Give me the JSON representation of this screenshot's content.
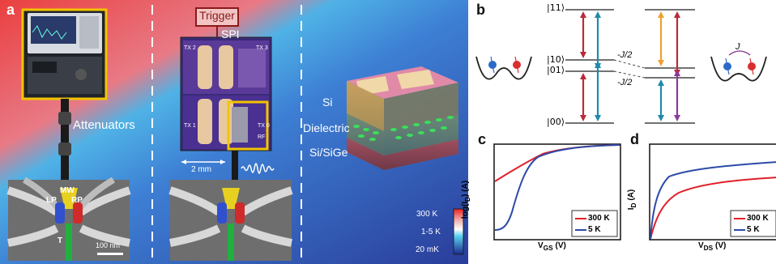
{
  "panel_a": {
    "letter": "a",
    "trigger": "Trigger",
    "spi": "SPI",
    "attenuators": "Attenuators",
    "chip_labels": [
      "TX 2",
      "TX 3",
      "TX 1",
      "TX 0",
      "RF"
    ],
    "scale_2mm": "2 mm",
    "layer_si": "Si",
    "layer_dielectric": "Dielectric",
    "layer_sige": "Si/SiGe",
    "gate_labels": [
      "MW",
      "LP",
      "RP",
      "T"
    ],
    "scale_100nm": "100 nm",
    "colorbar": {
      "top": "300 K",
      "mid": "1-5 K",
      "bottom": "20 mK"
    }
  },
  "panel_b": {
    "letter": "b",
    "levels": [
      "|11⟩",
      "|10⟩",
      "|01⟩",
      "|00⟩"
    ],
    "coupling_upper": "-J/2",
    "coupling_lower": "-J/2",
    "coupling_label": "J"
  },
  "panel_c": {
    "letter": "c",
    "ylabel": "log(I",
    "ylabel_sub": "D",
    "ylabel_end": ") (A)",
    "xlabel": "V",
    "xlabel_sub": "GS",
    "xlabel_end": " (V)",
    "legend": [
      "300 K",
      "5 K"
    ]
  },
  "panel_d": {
    "letter": "d",
    "ylabel": "I",
    "ylabel_sub": "D",
    "ylabel_end": " (A)",
    "xlabel": "V",
    "xlabel_sub": "DS",
    "xlabel_end": " (V)",
    "legend": [
      "300 K",
      "5 K"
    ]
  },
  "colors": {
    "hot": "#e0202a",
    "cold": "#2c4aa8",
    "teal": "#1f8aa8",
    "orange": "#f0a030",
    "purple": "#8a3a9a",
    "red_arrow": "#b82a3a"
  }
}
